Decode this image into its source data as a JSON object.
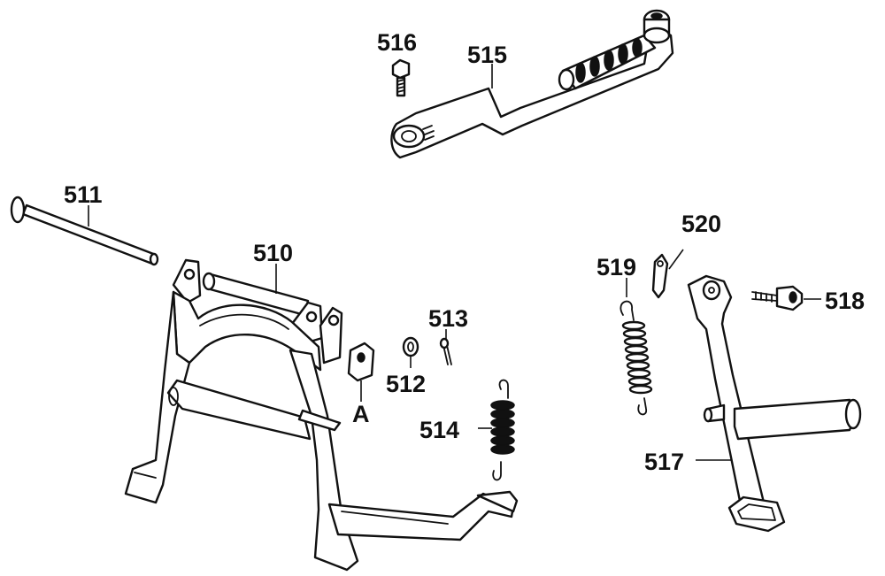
{
  "diagram": {
    "labels": {
      "p510": "510",
      "p511": "511",
      "p512": "512",
      "p513": "513",
      "p514": "514",
      "p515": "515",
      "p516": "516",
      "p517": "517",
      "p518": "518",
      "p519": "519",
      "p520": "520",
      "refA": "A"
    }
  }
}
